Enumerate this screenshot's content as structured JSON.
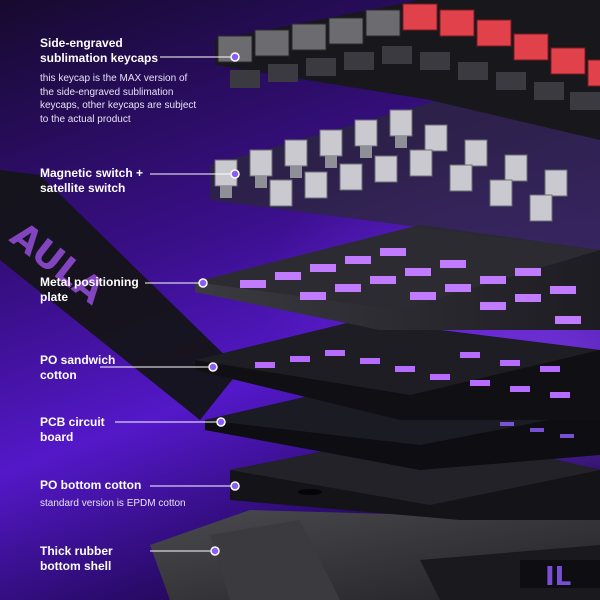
{
  "labels": [
    {
      "title": "Side-engraved\nsublimation keycaps",
      "note": "this keycap is the MAX version of\nthe side-engraved sublimation\nkeycaps, other keycaps are subject\nto the actual product"
    },
    {
      "title": "Magnetic switch +\nsatellite switch",
      "note": ""
    },
    {
      "title": "Metal positioning\nplate",
      "note": ""
    },
    {
      "title": "PO sandwich\ncotton",
      "note": ""
    },
    {
      "title": "PCB circuit\nboard",
      "note": ""
    },
    {
      "title": "PO bottom cotton",
      "note": "standard version is EPDM cotton"
    },
    {
      "title": "Thick rubber\nbottom shell",
      "note": ""
    }
  ],
  "colors": {
    "accent": "#7c3aed",
    "marker": "#8b5cf6",
    "keycap_red": "#e0414a",
    "keycap_gray": "#6b6b70",
    "glow": "#a855f7"
  }
}
